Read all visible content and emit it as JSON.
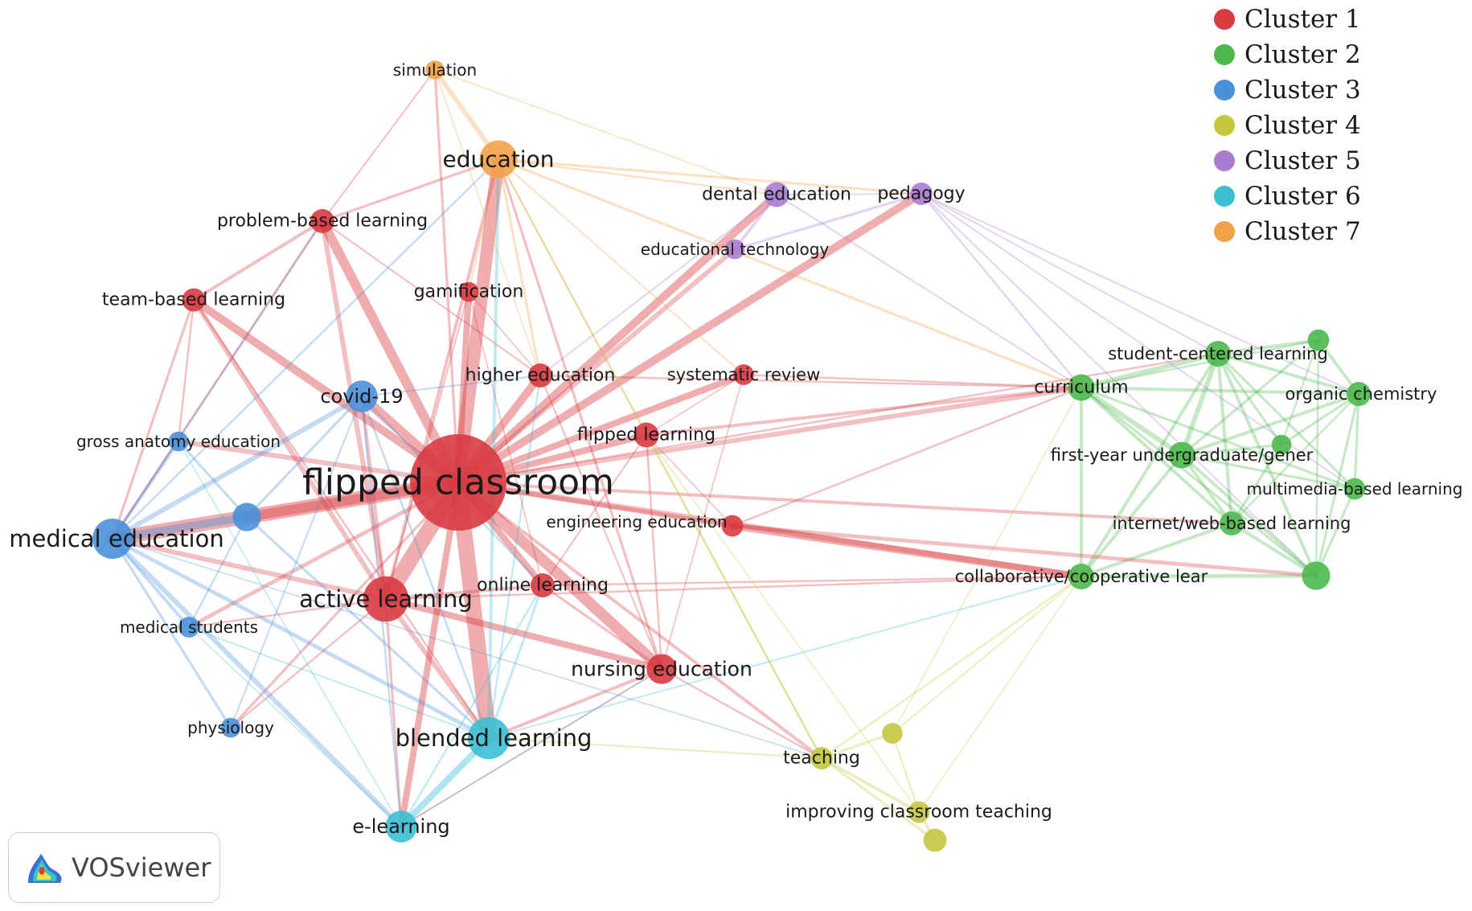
{
  "cluster_colors": {
    "1": "#d83b41",
    "2": "#4db84d",
    "3": "#4a90d9",
    "4": "#c4c640",
    "5": "#a97ccf",
    "6": "#3dbfd3",
    "7": "#f4a24a"
  },
  "legend": [
    {
      "label": "Cluster 1",
      "cluster": 1
    },
    {
      "label": "Cluster 2",
      "cluster": 2
    },
    {
      "label": "Cluster 3",
      "cluster": 3
    },
    {
      "label": "Cluster 4",
      "cluster": 4
    },
    {
      "label": "Cluster 5",
      "cluster": 5
    },
    {
      "label": "Cluster 6",
      "cluster": 6
    },
    {
      "label": "Cluster 7",
      "cluster": 7
    }
  ],
  "brand": {
    "name": "VOSviewer",
    "icon": "vosviewer-logo-icon"
  },
  "network": {
    "nodes": [
      {
        "id": "fc",
        "label": "flipped classroom",
        "cluster": 1,
        "weight": 10
      },
      {
        "id": "al",
        "label": "active learning",
        "cluster": 1,
        "weight": 4
      },
      {
        "id": "ne",
        "label": "nursing education",
        "cluster": 1,
        "weight": 2.2
      },
      {
        "id": "pbl",
        "label": "problem-based learning",
        "cluster": 1,
        "weight": 1.5
      },
      {
        "id": "tbl",
        "label": "team-based learning",
        "cluster": 1,
        "weight": 1.4
      },
      {
        "id": "gam",
        "label": "gamification",
        "cluster": 1,
        "weight": 1
      },
      {
        "id": "he",
        "label": "higher education",
        "cluster": 1,
        "weight": 1.5
      },
      {
        "id": "sr",
        "label": "systematic review",
        "cluster": 1,
        "weight": 1.1
      },
      {
        "id": "fl",
        "label": "flipped learning",
        "cluster": 1,
        "weight": 1.6
      },
      {
        "id": "ee",
        "label": "engineering education",
        "cluster": 1,
        "weight": 1.2
      },
      {
        "id": "ol",
        "label": "online learning",
        "cluster": 1,
        "weight": 1.5
      },
      {
        "id": "cur",
        "label": "curriculum",
        "cluster": 2,
        "weight": 1.8
      },
      {
        "id": "scl",
        "label": "student-centered learning",
        "cluster": 2,
        "weight": 1.7
      },
      {
        "id": "oc",
        "label": "organic chemistry",
        "cluster": 2,
        "weight": 1.5
      },
      {
        "id": "fyu",
        "label": "first-year undergraduate/gener",
        "cluster": 2,
        "weight": 1.8
      },
      {
        "id": "mbl",
        "label": "multimedia-based learning",
        "cluster": 2,
        "weight": 1.2
      },
      {
        "id": "iwl",
        "label": "internet/web-based learning",
        "cluster": 2,
        "weight": 1.5
      },
      {
        "id": "ccl",
        "label": "collaborative/cooperative lear",
        "cluster": 2,
        "weight": 1.7
      },
      {
        "id": "g1",
        "label": "",
        "cluster": 2,
        "weight": 1.2
      },
      {
        "id": "g2",
        "label": "",
        "cluster": 2,
        "weight": 2
      },
      {
        "id": "g3",
        "label": "",
        "cluster": 2,
        "weight": 1
      },
      {
        "id": "me",
        "label": "medical education",
        "cluster": 3,
        "weight": 3.4
      },
      {
        "id": "cov",
        "label": "covid-19",
        "cluster": 3,
        "weight": 2.4
      },
      {
        "id": "gae",
        "label": "gross anatomy education",
        "cluster": 3,
        "weight": 1
      },
      {
        "id": "ms",
        "label": "medical students",
        "cluster": 3,
        "weight": 1.1
      },
      {
        "id": "phy",
        "label": "physiology",
        "cluster": 3,
        "weight": 1
      },
      {
        "id": "b1",
        "label": "",
        "cluster": 3,
        "weight": 2
      },
      {
        "id": "tea",
        "label": "teaching",
        "cluster": 4,
        "weight": 1.3
      },
      {
        "id": "ict",
        "label": "improving classroom teaching",
        "cluster": 4,
        "weight": 1.2
      },
      {
        "id": "y1",
        "label": "",
        "cluster": 4,
        "weight": 1.1
      },
      {
        "id": "y2",
        "label": "",
        "cluster": 4,
        "weight": 1.4
      },
      {
        "id": "de",
        "label": "dental education",
        "cluster": 5,
        "weight": 1.6
      },
      {
        "id": "ped",
        "label": "pedagogy",
        "cluster": 5,
        "weight": 1.3
      },
      {
        "id": "et",
        "label": "educational technology",
        "cluster": 5,
        "weight": 1
      },
      {
        "id": "bl",
        "label": "blended learning",
        "cluster": 6,
        "weight": 3.6
      },
      {
        "id": "el",
        "label": "e-learning",
        "cluster": 6,
        "weight": 2.4
      },
      {
        "id": "edu",
        "label": "education",
        "cluster": 7,
        "weight": 3.1
      },
      {
        "id": "sim",
        "label": "simulation",
        "cluster": 7,
        "weight": 0.9
      }
    ],
    "links": [
      [
        "fc",
        "al",
        5
      ],
      [
        "fc",
        "ne",
        3.5
      ],
      [
        "fc",
        "bl",
        5
      ],
      [
        "fc",
        "me",
        4.5
      ],
      [
        "fc",
        "edu",
        4
      ],
      [
        "fc",
        "pbl",
        3
      ],
      [
        "fc",
        "tbl",
        2.5
      ],
      [
        "fc",
        "cov",
        3
      ],
      [
        "fc",
        "he",
        2.5
      ],
      [
        "fc",
        "fl",
        2
      ],
      [
        "fc",
        "ol",
        2
      ],
      [
        "fc",
        "sr",
        2
      ],
      [
        "fc",
        "ee",
        1.5
      ],
      [
        "fc",
        "gam",
        2
      ],
      [
        "fc",
        "de",
        2.5
      ],
      [
        "fc",
        "ped",
        2.5
      ],
      [
        "fc",
        "et",
        1.5
      ],
      [
        "fc",
        "el",
        2
      ],
      [
        "fc",
        "b1",
        3
      ],
      [
        "fc",
        "ccl",
        1.8
      ],
      [
        "fc",
        "cur",
        1.5
      ],
      [
        "fc",
        "iwl",
        1
      ],
      [
        "fc",
        "gae",
        1.5
      ],
      [
        "fc",
        "ms",
        1.2
      ],
      [
        "fc",
        "tea",
        1
      ],
      [
        "fc",
        "sim",
        0.8
      ],
      [
        "fc",
        "phy",
        0.8
      ],
      [
        "fc",
        "scl",
        0.6
      ],
      [
        "al",
        "pbl",
        1.5
      ],
      [
        "al",
        "tbl",
        1.5
      ],
      [
        "al",
        "ne",
        2
      ],
      [
        "al",
        "me",
        1.5
      ],
      [
        "al",
        "bl",
        1.5
      ],
      [
        "al",
        "cov",
        1
      ],
      [
        "al",
        "ol",
        1
      ],
      [
        "al",
        "edu",
        1
      ],
      [
        "al",
        "el",
        0.8
      ],
      [
        "al",
        "phy",
        0.6
      ],
      [
        "al",
        "ms",
        0.6
      ],
      [
        "al",
        "gam",
        0.5
      ],
      [
        "ne",
        "bl",
        1
      ],
      [
        "ne",
        "ol",
        0.8
      ],
      [
        "ne",
        "fl",
        0.6
      ],
      [
        "ne",
        "he",
        0.5
      ],
      [
        "ne",
        "tea",
        0.6
      ],
      [
        "ne",
        "edu",
        0.8
      ],
      [
        "ne",
        "el",
        0.5
      ],
      [
        "pbl",
        "tbl",
        1
      ],
      [
        "pbl",
        "me",
        0.8
      ],
      [
        "pbl",
        "edu",
        0.8
      ],
      [
        "pbl",
        "sim",
        0.5
      ],
      [
        "pbl",
        "he",
        0.5
      ],
      [
        "tbl",
        "me",
        0.8
      ],
      [
        "tbl",
        "gae",
        0.6
      ],
      [
        "tbl",
        "bl",
        0.6
      ],
      [
        "me",
        "b1",
        2.5
      ],
      [
        "me",
        "cov",
        1.5
      ],
      [
        "me",
        "gae",
        1
      ],
      [
        "me",
        "ms",
        1
      ],
      [
        "me",
        "phy",
        0.8
      ],
      [
        "me",
        "el",
        1.5
      ],
      [
        "me",
        "bl",
        1.2
      ],
      [
        "me",
        "edu",
        0.6
      ],
      [
        "me",
        "pbl",
        0.5
      ],
      [
        "b1",
        "gae",
        0.8
      ],
      [
        "b1",
        "cov",
        0.8
      ],
      [
        "b1",
        "ms",
        0.6
      ],
      [
        "b1",
        "bl",
        0.8
      ],
      [
        "cov",
        "bl",
        0.6
      ],
      [
        "cov",
        "el",
        0.6
      ],
      [
        "cov",
        "he",
        0.5
      ],
      [
        "cov",
        "ol",
        0.6
      ],
      [
        "cov",
        "phy",
        0.5
      ],
      [
        "bl",
        "el",
        2
      ],
      [
        "bl",
        "ol",
        0.8
      ],
      [
        "bl",
        "he",
        0.6
      ],
      [
        "bl",
        "edu",
        1
      ],
      [
        "bl",
        "ms",
        0.5
      ],
      [
        "edu",
        "sim",
        1.5
      ],
      [
        "edu",
        "he",
        0.8
      ],
      [
        "edu",
        "ped",
        0.8
      ],
      [
        "edu",
        "de",
        0.6
      ],
      [
        "edu",
        "gam",
        0.6
      ],
      [
        "edu",
        "cur",
        0.8
      ],
      [
        "edu",
        "fl",
        0.5
      ],
      [
        "edu",
        "sr",
        0.5
      ],
      [
        "de",
        "et",
        1
      ],
      [
        "ped",
        "et",
        0.8
      ],
      [
        "de",
        "ped",
        0.5
      ],
      [
        "de",
        "he",
        0.5
      ],
      [
        "cur",
        "scl",
        1.5
      ],
      [
        "cur",
        "fyu",
        1.5
      ],
      [
        "cur",
        "oc",
        1
      ],
      [
        "cur",
        "ccl",
        1
      ],
      [
        "cur",
        "iwl",
        1
      ],
      [
        "cur",
        "g2",
        0.8
      ],
      [
        "cur",
        "mbl",
        0.8
      ],
      [
        "cur",
        "g1",
        0.6
      ],
      [
        "scl",
        "fyu",
        1.5
      ],
      [
        "scl",
        "oc",
        1
      ],
      [
        "scl",
        "g1",
        1
      ],
      [
        "scl",
        "iwl",
        1
      ],
      [
        "scl",
        "ccl",
        1
      ],
      [
        "scl",
        "g2",
        1
      ],
      [
        "scl",
        "mbl",
        0.8
      ],
      [
        "scl",
        "g3",
        0.8
      ],
      [
        "fyu",
        "oc",
        1
      ],
      [
        "fyu",
        "iwl",
        1
      ],
      [
        "fyu",
        "ccl",
        1
      ],
      [
        "fyu",
        "g2",
        1
      ],
      [
        "fyu",
        "mbl",
        0.8
      ],
      [
        "fyu",
        "g3",
        0.8
      ],
      [
        "fyu",
        "g1",
        0.8
      ],
      [
        "oc",
        "g1",
        1
      ],
      [
        "oc",
        "mbl",
        0.8
      ],
      [
        "oc",
        "g2",
        0.8
      ],
      [
        "oc",
        "g3",
        0.8
      ],
      [
        "oc",
        "iwl",
        0.6
      ],
      [
        "iwl",
        "ccl",
        1
      ],
      [
        "iwl",
        "g2",
        1
      ],
      [
        "iwl",
        "g3",
        0.8
      ],
      [
        "ccl",
        "g2",
        1.2
      ],
      [
        "mbl",
        "g2",
        0.8
      ],
      [
        "g1",
        "g3",
        0.6
      ],
      [
        "g1",
        "g2",
        0.6
      ],
      [
        "ee",
        "ccl",
        2.2
      ],
      [
        "ee",
        "g2",
        1.2
      ],
      [
        "ee",
        "cur",
        0.6
      ],
      [
        "fl",
        "cur",
        1
      ],
      [
        "he",
        "cur",
        0.6
      ],
      [
        "sr",
        "cur",
        0.6
      ],
      [
        "ol",
        "ccl",
        0.6
      ],
      [
        "ped",
        "scl",
        0.5
      ],
      [
        "ped",
        "cur",
        0.6
      ],
      [
        "ped",
        "oc",
        0.5
      ],
      [
        "ped",
        "g2",
        0.5
      ],
      [
        "ped",
        "mbl",
        0.5
      ],
      [
        "de",
        "cur",
        0.5
      ],
      [
        "bl",
        "ccl",
        0.5
      ],
      [
        "al",
        "ccl",
        0.6
      ],
      [
        "tea",
        "ict",
        1
      ],
      [
        "tea",
        "y1",
        0.8
      ],
      [
        "tea",
        "ccl",
        0.6
      ],
      [
        "tea",
        "y2",
        0.8
      ],
      [
        "ict",
        "y1",
        0.6
      ],
      [
        "ict",
        "y2",
        0.8
      ],
      [
        "y1",
        "ccl",
        0.5
      ],
      [
        "y1",
        "cur",
        0.4
      ],
      [
        "ict",
        "ccl",
        0.4
      ],
      [
        "tea",
        "bl",
        0.6
      ],
      [
        "tea",
        "fl",
        0.6
      ],
      [
        "tea",
        "edu",
        0.6
      ],
      [
        "ict",
        "fl",
        0.4
      ],
      [
        "gam",
        "he",
        0.4
      ],
      [
        "gam",
        "ol",
        0.4
      ],
      [
        "sr",
        "fl",
        0.4
      ],
      [
        "sr",
        "ne",
        0.4
      ],
      [
        "fl",
        "ol",
        0.5
      ],
      [
        "ee",
        "fl",
        0.4
      ],
      [
        "el",
        "ol",
        0.6
      ],
      [
        "el",
        "ne",
        0.4
      ],
      [
        "el",
        "ms",
        0.4
      ],
      [
        "el",
        "gae",
        0.4
      ],
      [
        "me",
        "tea",
        0.4
      ],
      [
        "sim",
        "de",
        0.4
      ],
      [
        "sim",
        "he",
        0.4
      ]
    ]
  }
}
